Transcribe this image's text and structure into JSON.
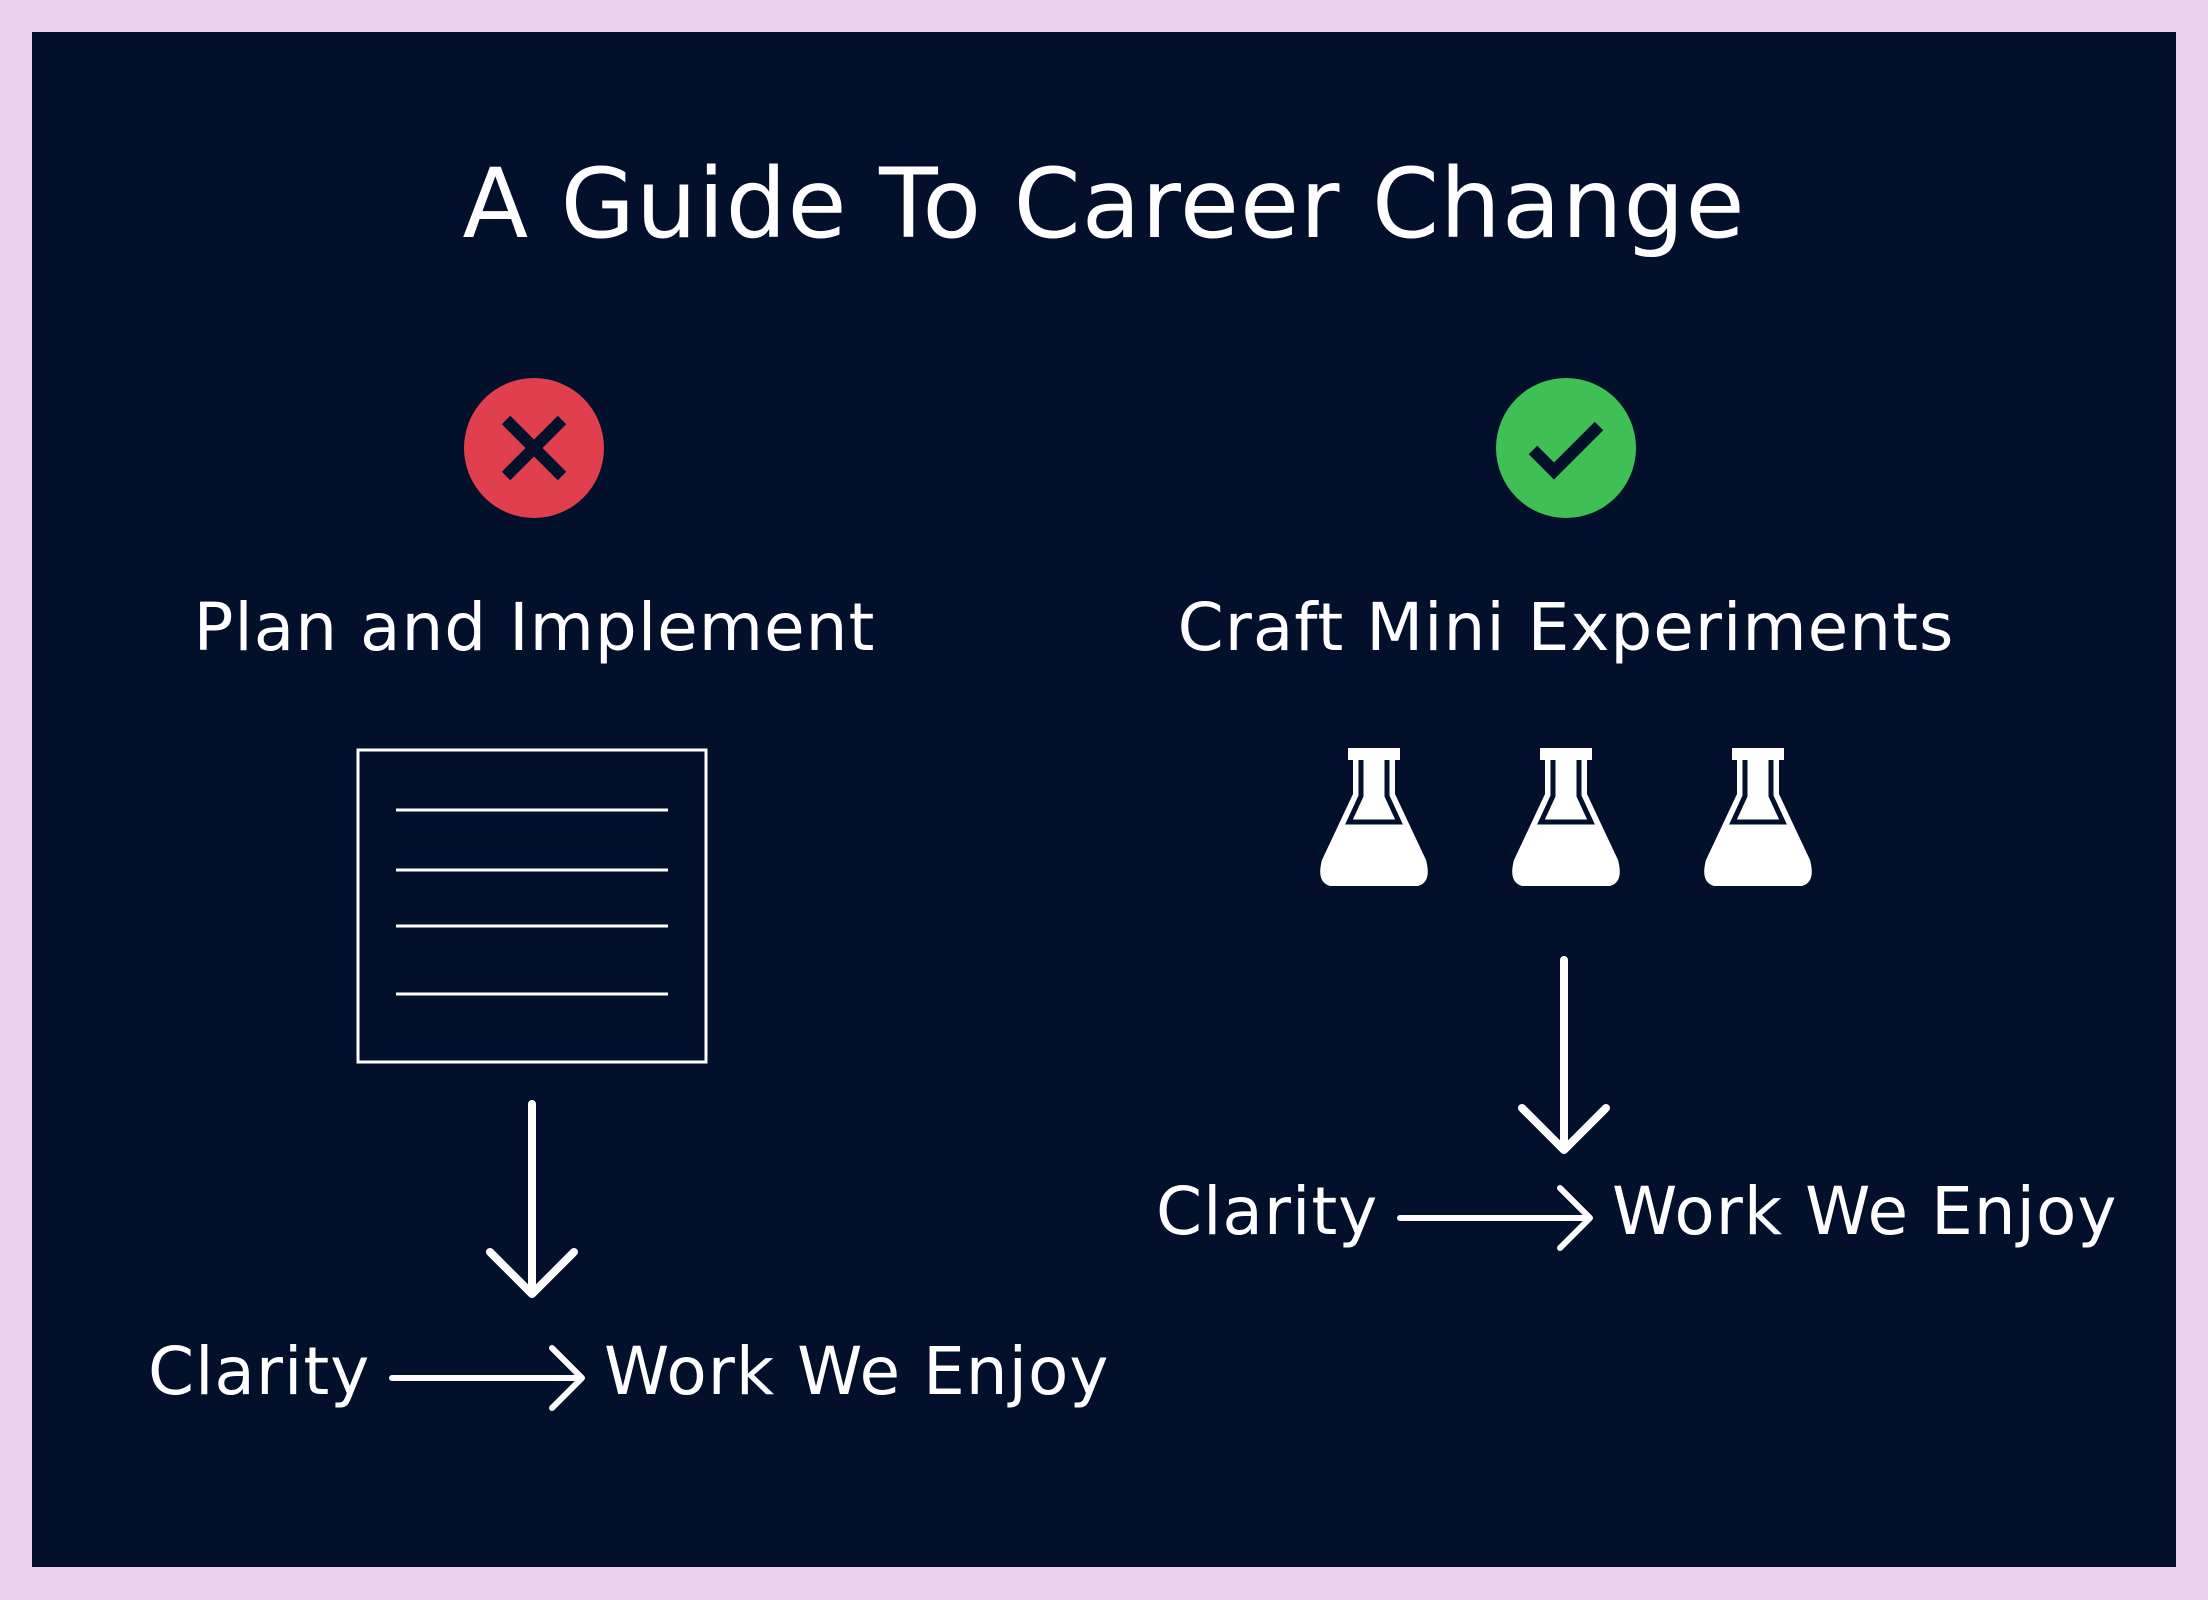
{
  "title": "A Guide To Career Change",
  "colors": {
    "background": "#02102c",
    "frame": "#ead0ec",
    "wrong": "#e0404d",
    "right": "#40bf55",
    "foreground": "#ffffff"
  },
  "left_column": {
    "status_icon": "cross-icon",
    "heading": "Plan and Implement",
    "illustration_icon": "document-icon",
    "flow": {
      "from": "Clarity",
      "to": "Work We Enjoy"
    }
  },
  "right_column": {
    "status_icon": "check-icon",
    "heading": "Craft Mini Experiments",
    "illustration_icon": "flask-icon",
    "flask_count": 3,
    "flow": {
      "from": "Clarity",
      "to": "Work We Enjoy"
    }
  }
}
